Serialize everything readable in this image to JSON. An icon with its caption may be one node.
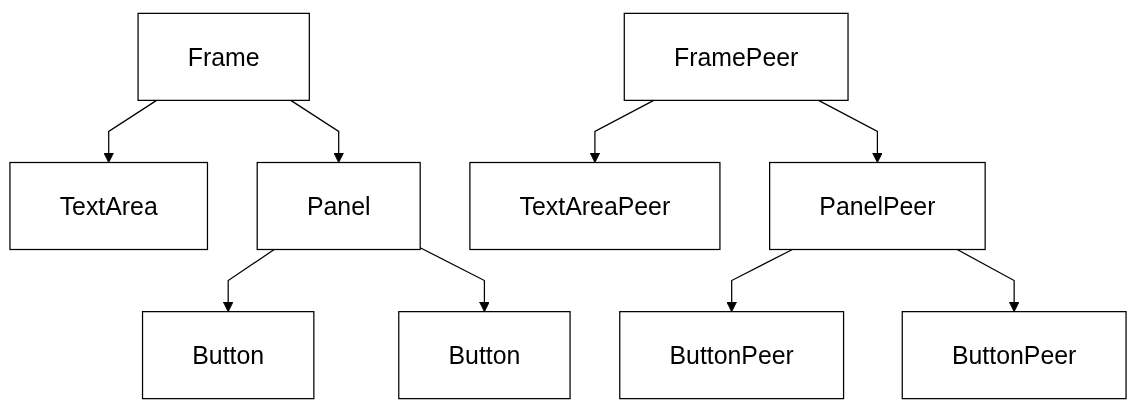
{
  "diagram": {
    "nodes": [
      {
        "text": [
          "Frame"
        ]
      },
      {
        "text": [
          "TextArea"
        ]
      },
      {
        "text": [
          "Panel"
        ]
      },
      {
        "text": [
          "Button"
        ]
      },
      {
        "text": [
          "Button"
        ]
      },
      {
        "text": [
          "FramePeer"
        ]
      },
      {
        "text": [
          "TextAreaPeer"
        ]
      },
      {
        "text": [
          "PanelPeer"
        ]
      },
      {
        "text": [
          "ButtonPeer"
        ]
      },
      {
        "text": [
          "ButtonPeer"
        ]
      }
    ],
    "edges": [
      {
        "from": 0,
        "to": 1,
        "arrow": "to"
      },
      {
        "from": 0,
        "to": 2,
        "arrow": "to"
      },
      {
        "from": 2,
        "to": 3,
        "arrow": "to"
      },
      {
        "from": 2,
        "to": 4,
        "arrow": "to"
      },
      {
        "from": 5,
        "to": 6,
        "arrow": "to"
      },
      {
        "from": 5,
        "to": 7,
        "arrow": "to"
      },
      {
        "from": 7,
        "to": 8,
        "arrow": "to"
      },
      {
        "from": 7,
        "to": 9,
        "arrow": "to"
      }
    ]
  }
}
